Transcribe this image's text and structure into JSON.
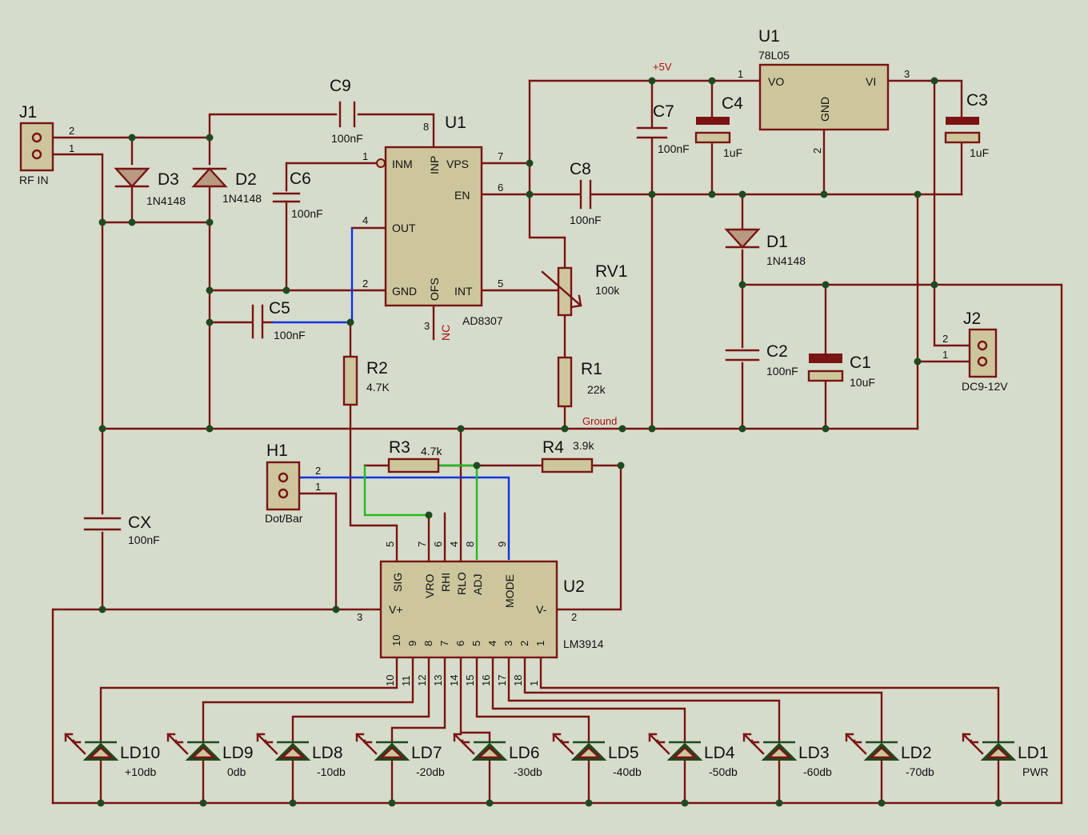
{
  "components": {
    "J1": {
      "ref": "J1",
      "value": "RF IN",
      "pin2": "2",
      "pin1": "1"
    },
    "J2": {
      "ref": "J2",
      "value": "DC9-12V",
      "pin2": "2",
      "pin1": "1"
    },
    "H1": {
      "ref": "H1",
      "value": "Dot/Bar",
      "pin2": "2",
      "pin1": "1"
    },
    "D1": {
      "ref": "D1",
      "value": "1N4148"
    },
    "D2": {
      "ref": "D2",
      "value": "1N4148"
    },
    "D3": {
      "ref": "D3",
      "value": "1N4148"
    },
    "C1": {
      "ref": "C1",
      "value": "10uF"
    },
    "C2": {
      "ref": "C2",
      "value": "100nF"
    },
    "C3": {
      "ref": "C3",
      "value": "1uF"
    },
    "C4": {
      "ref": "C4",
      "value": "1uF"
    },
    "C5": {
      "ref": "C5",
      "value": "100nF"
    },
    "C6": {
      "ref": "C6",
      "value": "100nF"
    },
    "C7": {
      "ref": "C7",
      "value": "100nF"
    },
    "C8": {
      "ref": "C8",
      "value": "100nF"
    },
    "C9": {
      "ref": "C9",
      "value": "100nF"
    },
    "CX": {
      "ref": "CX",
      "value": "100nF"
    },
    "R1": {
      "ref": "R1",
      "value": "22k"
    },
    "R2": {
      "ref": "R2",
      "value": "4.7K"
    },
    "R3": {
      "ref": "R3",
      "value": "4.7k"
    },
    "R4": {
      "ref": "R4",
      "value": "3.9k"
    },
    "RV1": {
      "ref": "RV1",
      "value": "100k"
    },
    "U1_ad": {
      "ref": "U1",
      "value": "AD8307",
      "pins": {
        "inm": "INM",
        "inp": "INP",
        "vps": "VPS",
        "en": "EN",
        "out": "OUT",
        "gnd": "GND",
        "ofs": "OFS",
        "int": "INT",
        "nc": "NC"
      },
      "pinnums": {
        "p1": "1",
        "p2": "2",
        "p3": "3",
        "p4": "4",
        "p5": "5",
        "p6": "6",
        "p7": "7",
        "p8": "8"
      }
    },
    "U1_reg": {
      "ref": "U1",
      "value": "78L05",
      "pins": {
        "vo": "VO",
        "vi": "VI",
        "gnd": "GND"
      },
      "pinnums": {
        "p1": "1",
        "p2": "2",
        "p3": "3"
      }
    },
    "U2": {
      "ref": "U2",
      "value": "LM3914",
      "pins": {
        "sig": "SIG",
        "vro": "VRO",
        "rhi": "RHI",
        "rlo": "RLO",
        "adj": "ADJ",
        "mode": "MODE",
        "vplus": "V+",
        "vminus": "V-"
      },
      "toppins": [
        "5",
        "7",
        "6",
        "4",
        "8",
        "9"
      ],
      "sidepins": {
        "vplus": "3",
        "vminus": "2"
      },
      "botinner": [
        "10",
        "9",
        "8",
        "7",
        "6",
        "5",
        "4",
        "3",
        "2",
        "1"
      ],
      "botouter": [
        "10",
        "11",
        "12",
        "13",
        "14",
        "15",
        "16",
        "17",
        "18",
        "1"
      ]
    }
  },
  "leds": [
    {
      "ref": "LD10",
      "value": "+10db"
    },
    {
      "ref": "LD9",
      "value": "0db"
    },
    {
      "ref": "LD8",
      "value": "-10db"
    },
    {
      "ref": "LD7",
      "value": "-20db"
    },
    {
      "ref": "LD6",
      "value": "-30db"
    },
    {
      "ref": "LD5",
      "value": "-40db"
    },
    {
      "ref": "LD4",
      "value": "-50db"
    },
    {
      "ref": "LD3",
      "value": "-60db"
    },
    {
      "ref": "LD2",
      "value": "-70db"
    },
    {
      "ref": "LD1",
      "value": "PWR"
    }
  ],
  "nets": {
    "plus5": "+5V",
    "ground": "Ground"
  }
}
